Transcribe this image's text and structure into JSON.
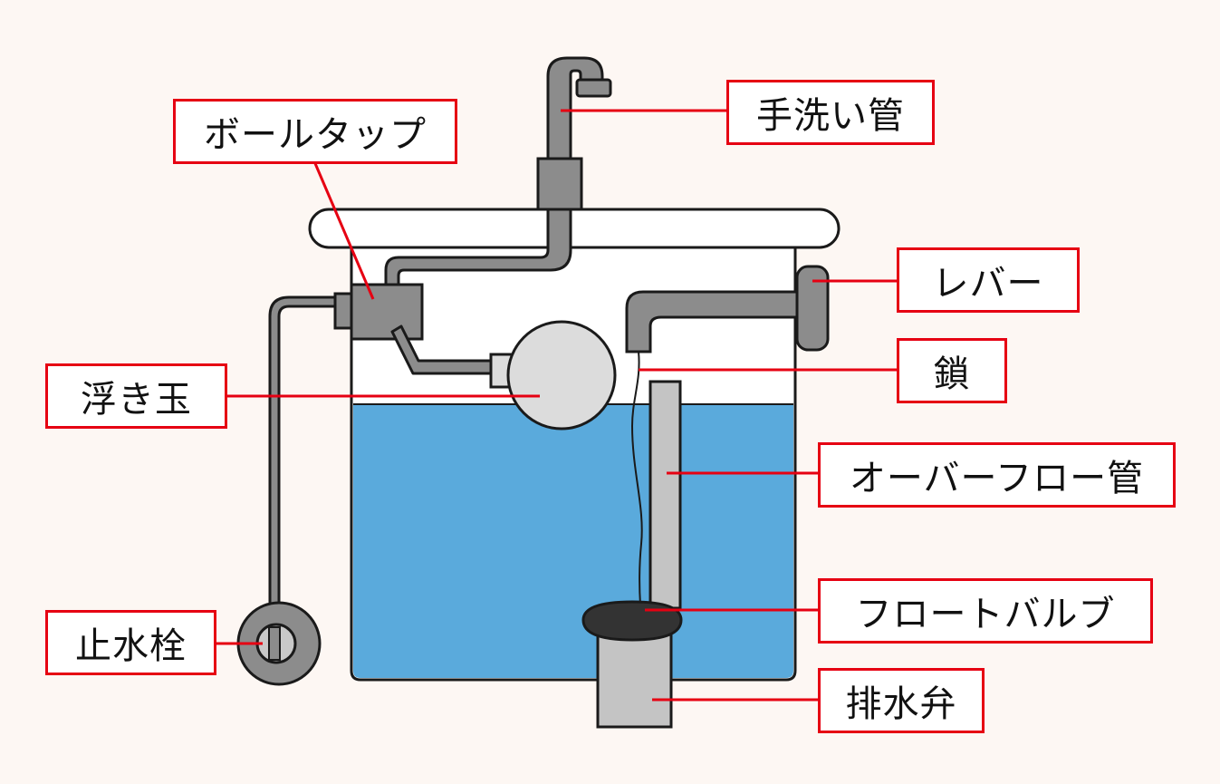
{
  "labels": {
    "ball_tap": "ボールタップ",
    "hand_wash_pipe": "手洗い管",
    "lever": "レバー",
    "chain": "鎖",
    "float_ball": "浮き玉",
    "overflow_pipe": "オーバーフロー管",
    "float_valve": "フロートバルブ",
    "stop_valve": "止水栓",
    "drain_valve": "排水弁"
  },
  "colors": {
    "background": "#fdf7f3",
    "pipe": "#8c8c8c",
    "outline": "#1a1a1a",
    "water": "#5aaadc",
    "tank": "#ffffff",
    "float_ball": "#dcdcdc",
    "float_valve": "#333333",
    "overflow_pipe": "#c4c4c4",
    "leader_line": "#e60012"
  }
}
